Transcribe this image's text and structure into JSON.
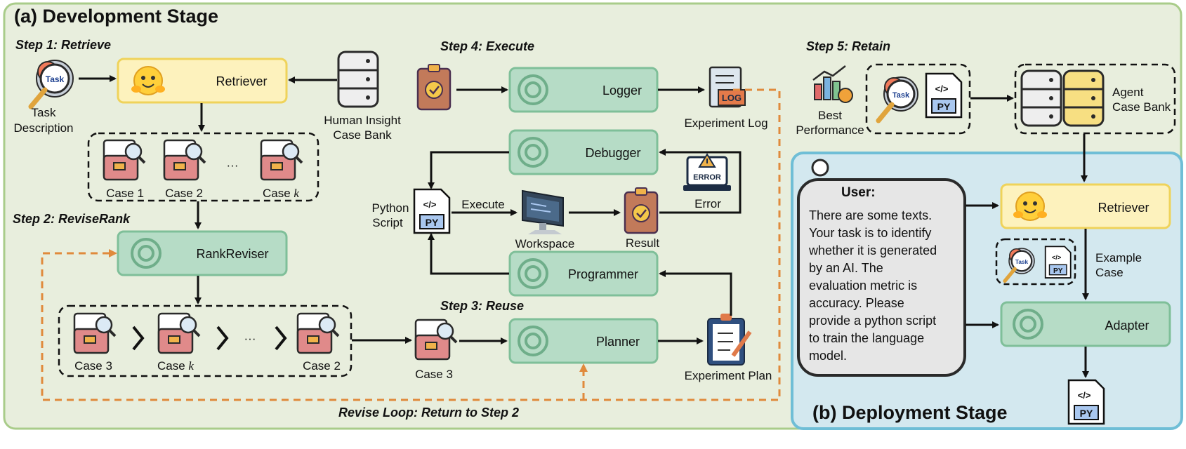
{
  "panels": {
    "development_title": "(a) Development Stage",
    "deployment_title": "(b) Deployment Stage"
  },
  "steps": {
    "retrieve": "Step 1: Retrieve",
    "reviserank": "Step 2: ReviseRank",
    "reuse": "Step 3: Reuse",
    "execute": "Step 4: Execute",
    "retain": "Step 5: Retain",
    "revise_loop": "Revise Loop: Return to Step 2"
  },
  "modules": {
    "retriever": "Retriever",
    "rankreviser": "RankReviser",
    "logger": "Logger",
    "debugger": "Debugger",
    "programmer": "Programmer",
    "planner": "Planner",
    "retriever2": "Retriever",
    "adapter": "Adapter"
  },
  "labels": {
    "task_description_1": "Task",
    "task_description_2": "Description",
    "human_bank_1": "Human Insight",
    "human_bank_2": "Case Bank",
    "case1": "Case 1",
    "case2": "Case 2",
    "case_k": "Case ",
    "k": "k",
    "ellipsis": "···",
    "row2_case3": "Case 3",
    "row2_casek": "Case ",
    "row2_case2": "Case 2",
    "reuse_case3": "Case 3",
    "experiment_log": "Experiment Log",
    "python_script_1": "Python",
    "python_script_2": "Script",
    "execute": "Execute",
    "workspace": "Workspace",
    "result": "Result",
    "error": "Error",
    "experiment_plan": "Experiment Plan",
    "best_perf_1": "Best",
    "best_perf_2": "Performance",
    "agent_bank_1": "Agent",
    "agent_bank_2": "Case Bank",
    "example_case_1": "Example",
    "example_case_2": "Case",
    "task_icon_text": "Task",
    "log_icon_text": "LOG",
    "error_icon_text": "ERROR",
    "py_text": "PY",
    "code_text": "</>"
  },
  "user": {
    "label": "User:",
    "lines": [
      "There are some texts.",
      "Your task is to identify",
      "whether it is generated",
      "by an AI. The",
      "evaluation metric is",
      "accuracy. Please",
      "provide a python script",
      "to train the language",
      "model."
    ]
  },
  "colors": {
    "dev_bg": "#e8eedd",
    "dev_border": "#a9cc8a",
    "dep_bg": "#d3e8ef",
    "dep_border": "#6fbed6",
    "green_box": "#b6dcc6",
    "green_border": "#7fbf99",
    "yellow_box": "#fdf2bd",
    "yellow_border": "#efd35a",
    "loop": "#e08a3c"
  },
  "icons": {
    "hf": "hugging-face-icon",
    "openai": "openai-icon",
    "db": "database-icon",
    "folder": "case-folder-icon",
    "py": "python-file-icon",
    "clipboard": "clipboard-check-icon",
    "log": "log-file-icon",
    "error": "error-laptop-icon",
    "monitor": "workspace-monitor-icon",
    "plan": "experiment-plan-icon",
    "chart": "bar-chart-icon",
    "task": "task-gear-icon",
    "user": "user-icon"
  }
}
